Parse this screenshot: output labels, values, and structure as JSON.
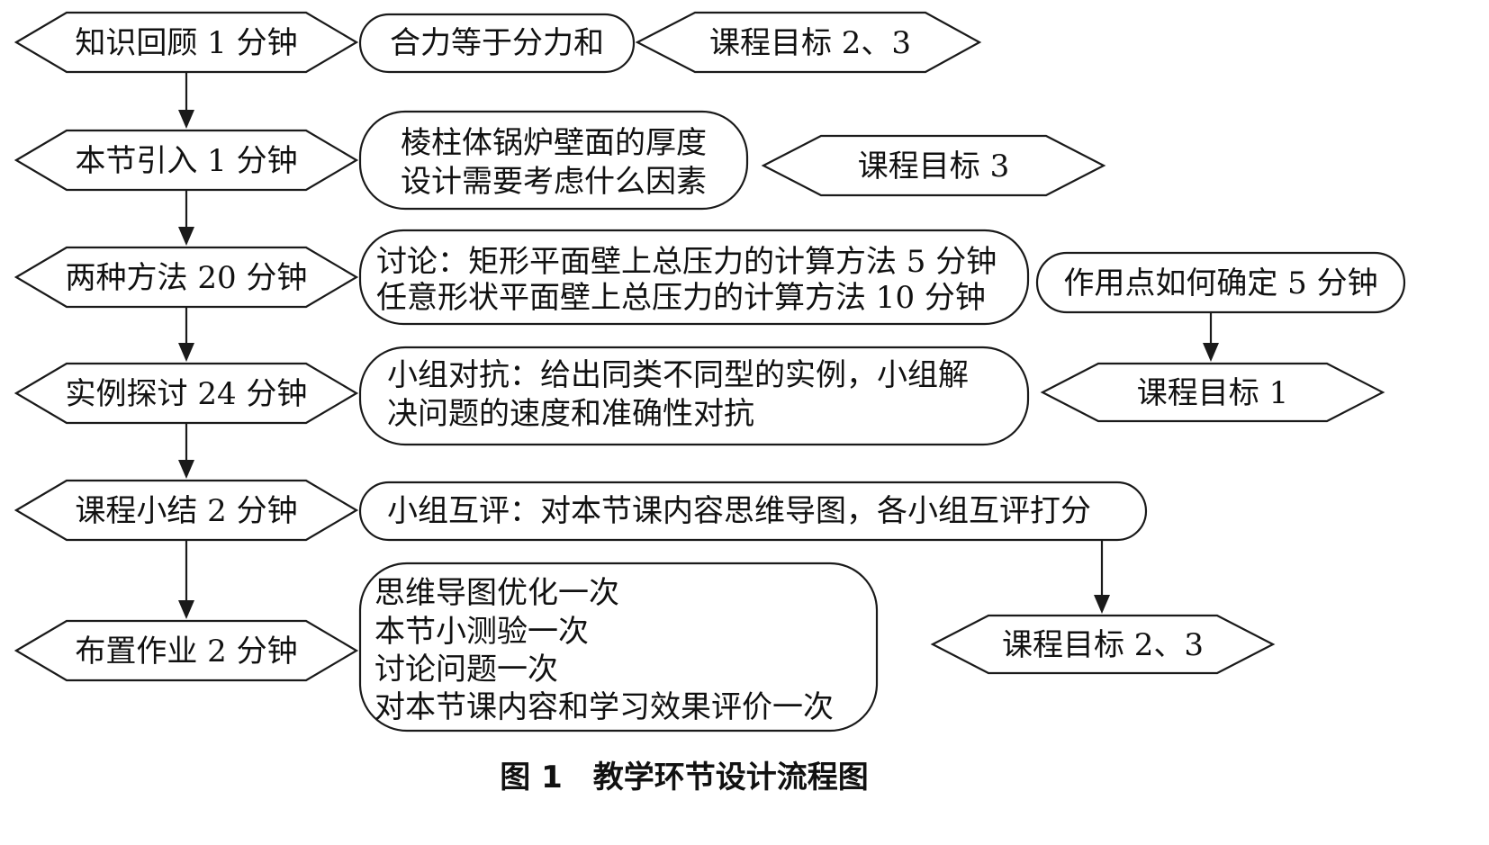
{
  "left_steps": [
    "知识回顾 1 分钟",
    "本节引入 1 分钟",
    "两种方法 20 分钟",
    "实例探讨 24 分钟",
    "课程小结 2 分钟",
    "布置作业 2 分钟"
  ],
  "middle_boxes": {
    "recall": [
      "合力等于分力和"
    ],
    "intro": [
      "棱柱体锅炉壁面的厚度",
      "设计需要考虑什么因素"
    ],
    "methods": [
      "讨论：矩形平面壁上总压力的计算方法 5 分钟",
      "任意形状平面壁上总压力的计算方法 10 分钟"
    ],
    "examples": [
      "小组对抗：给出同类不同型的实例，小组解",
      "决问题的速度和准确性对抗"
    ],
    "summary": [
      "小组互评：对本节课内容思维导图，各小组互评打分"
    ],
    "homework": [
      "思维导图优化一次",
      "本节小测验一次",
      "讨论问题一次",
      "对本节课内容和学习效果评价一次"
    ]
  },
  "right_nodes": {
    "goal_recall": "课程目标 2、3",
    "goal_intro": "课程目标 3",
    "point": "作用点如何确定 5 分钟",
    "goal_examples": "课程目标 1",
    "goal_summary": "课程目标 2、3"
  },
  "caption": "图 1　教学环节设计流程图"
}
